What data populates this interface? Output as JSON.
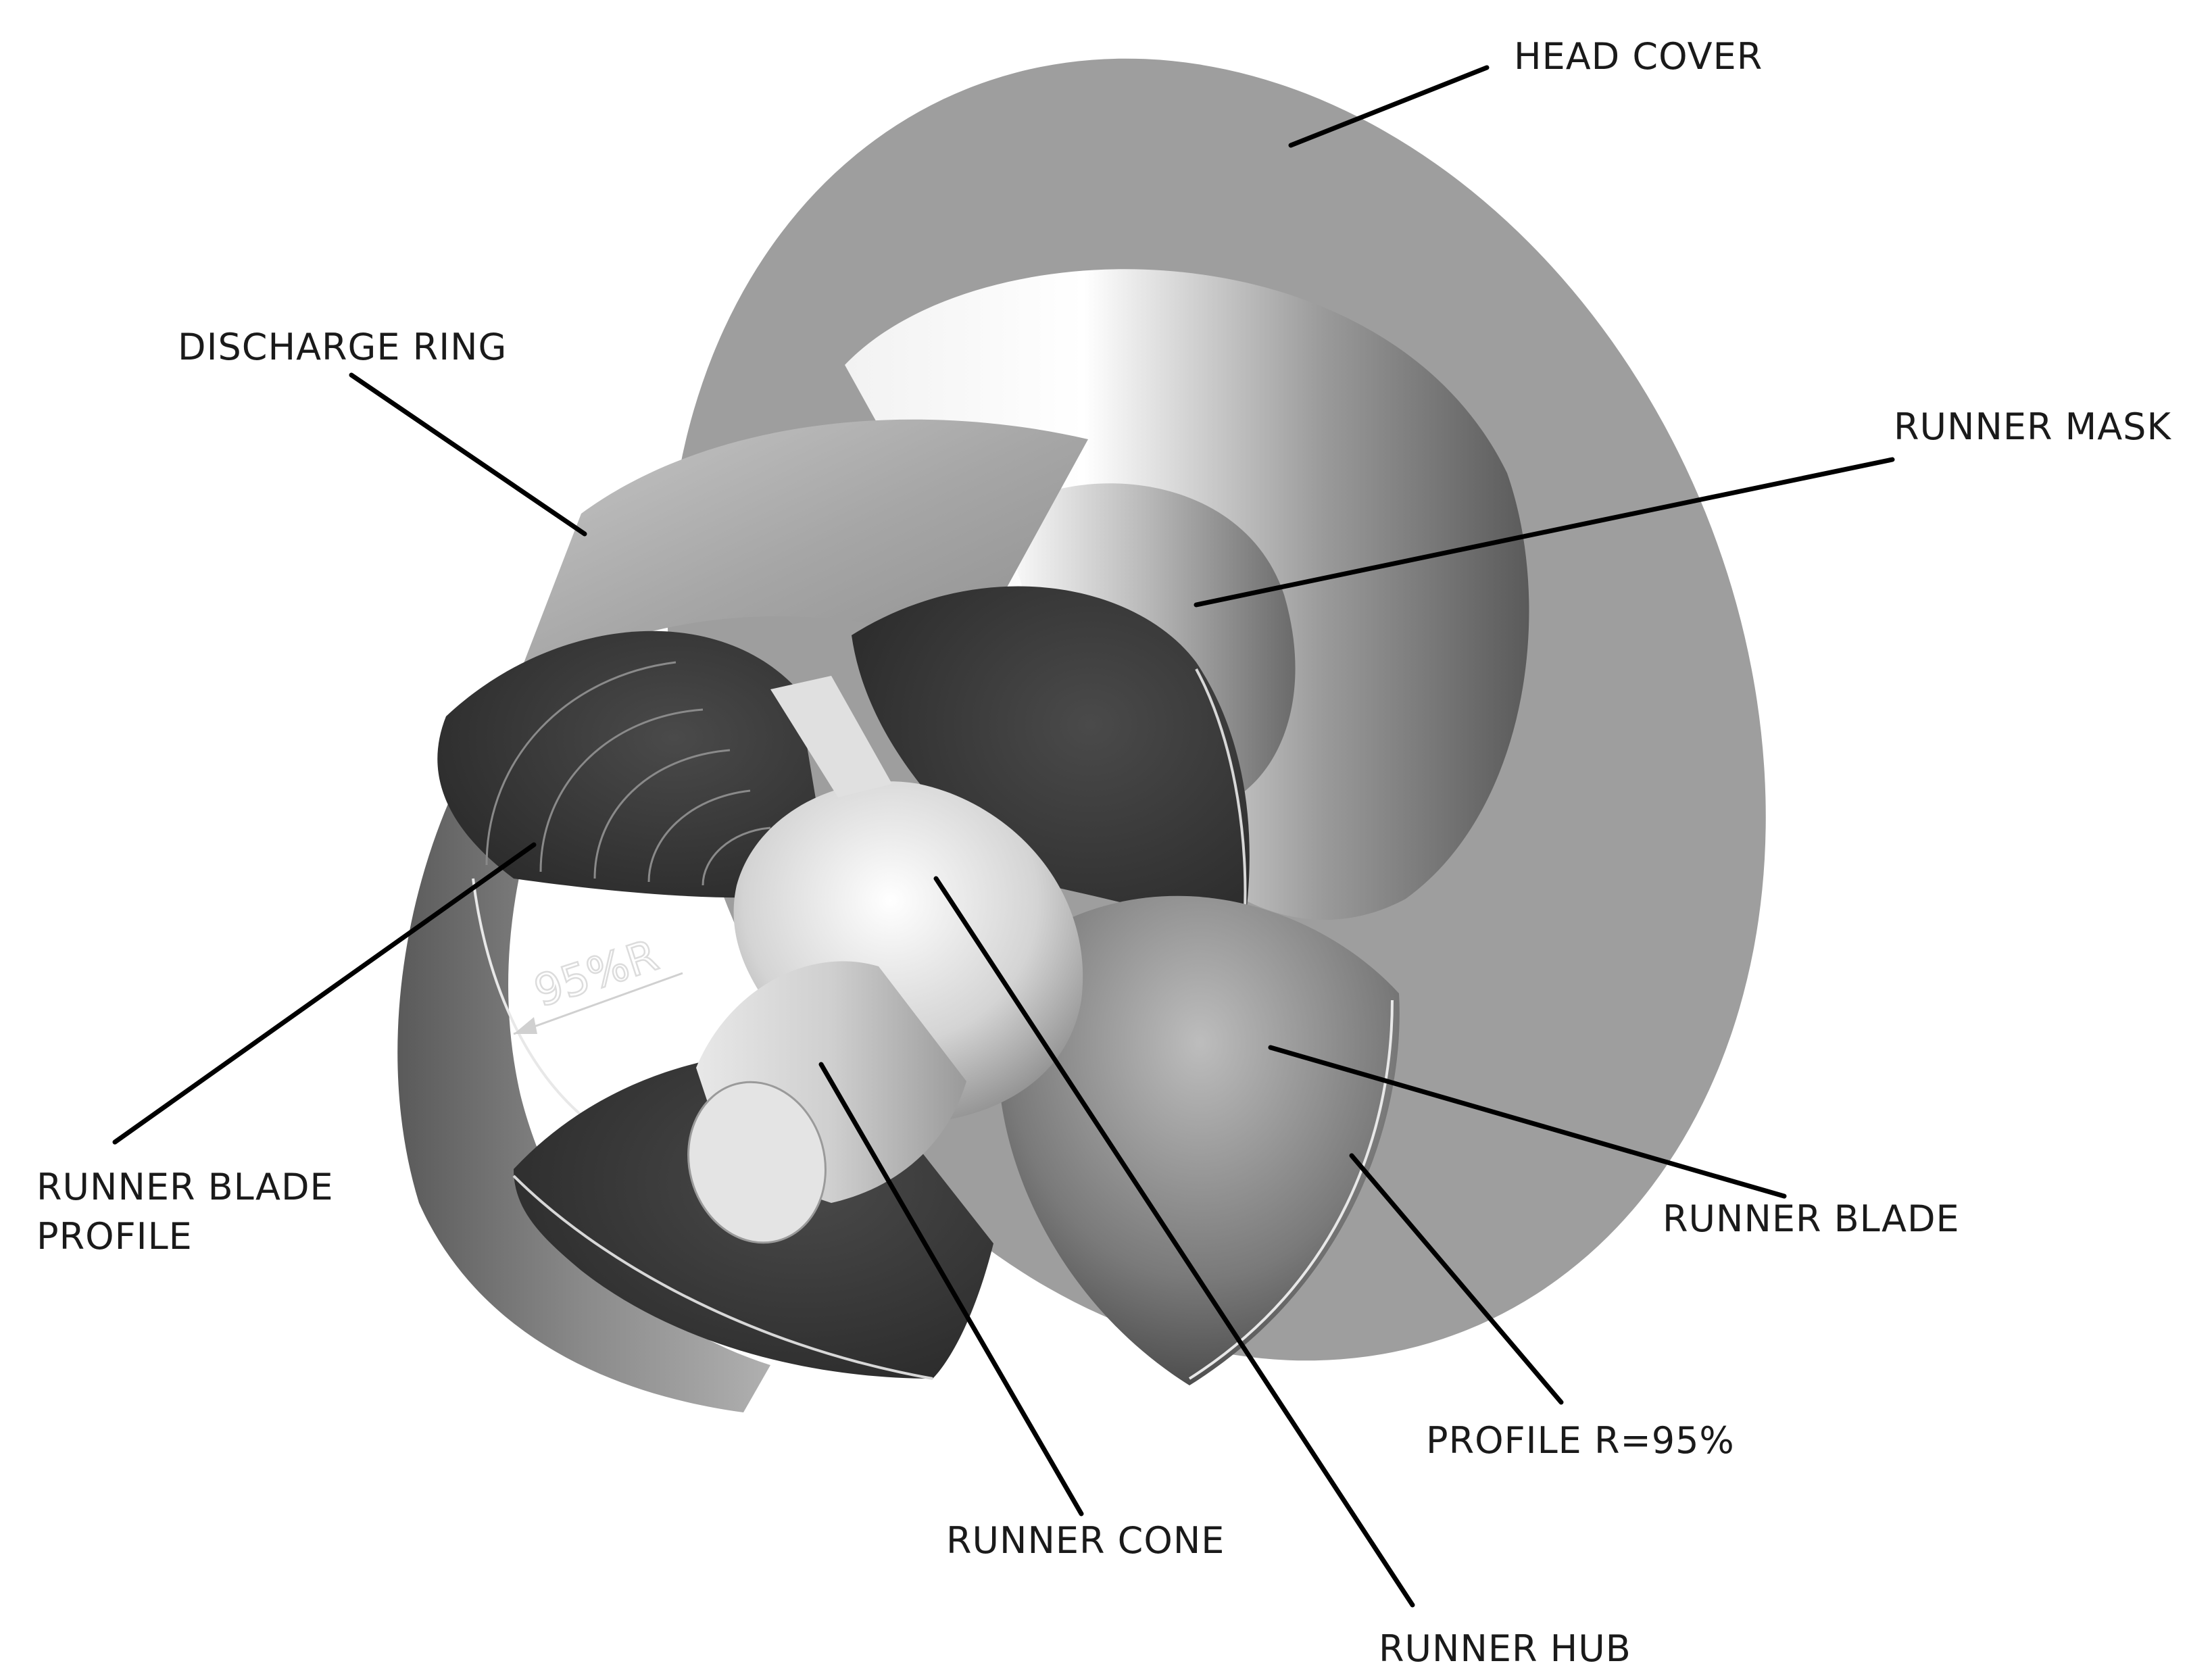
{
  "labels": {
    "head_cover": "HEAD COVER",
    "discharge_ring": "DISCHARGE RING",
    "runner_mask": "RUNNER MASK",
    "runner_blade_profile_line1": "RUNNER BLADE",
    "runner_blade_profile_line2": "PROFILE",
    "runner_blade": "RUNNER BLADE",
    "profile_r": "PROFILE R=95%",
    "runner_cone": "RUNNER CONE",
    "runner_hub": "RUNNER HUB"
  },
  "dimension": {
    "text": "95%R"
  },
  "colors": {
    "background": "#ffffff",
    "head_cover": "#9e9e9e",
    "blade_dark": "#3a3a3a",
    "hub_light": "#e6e6e6",
    "leader_line": "#000000",
    "label_text": "#1a1a1a"
  }
}
